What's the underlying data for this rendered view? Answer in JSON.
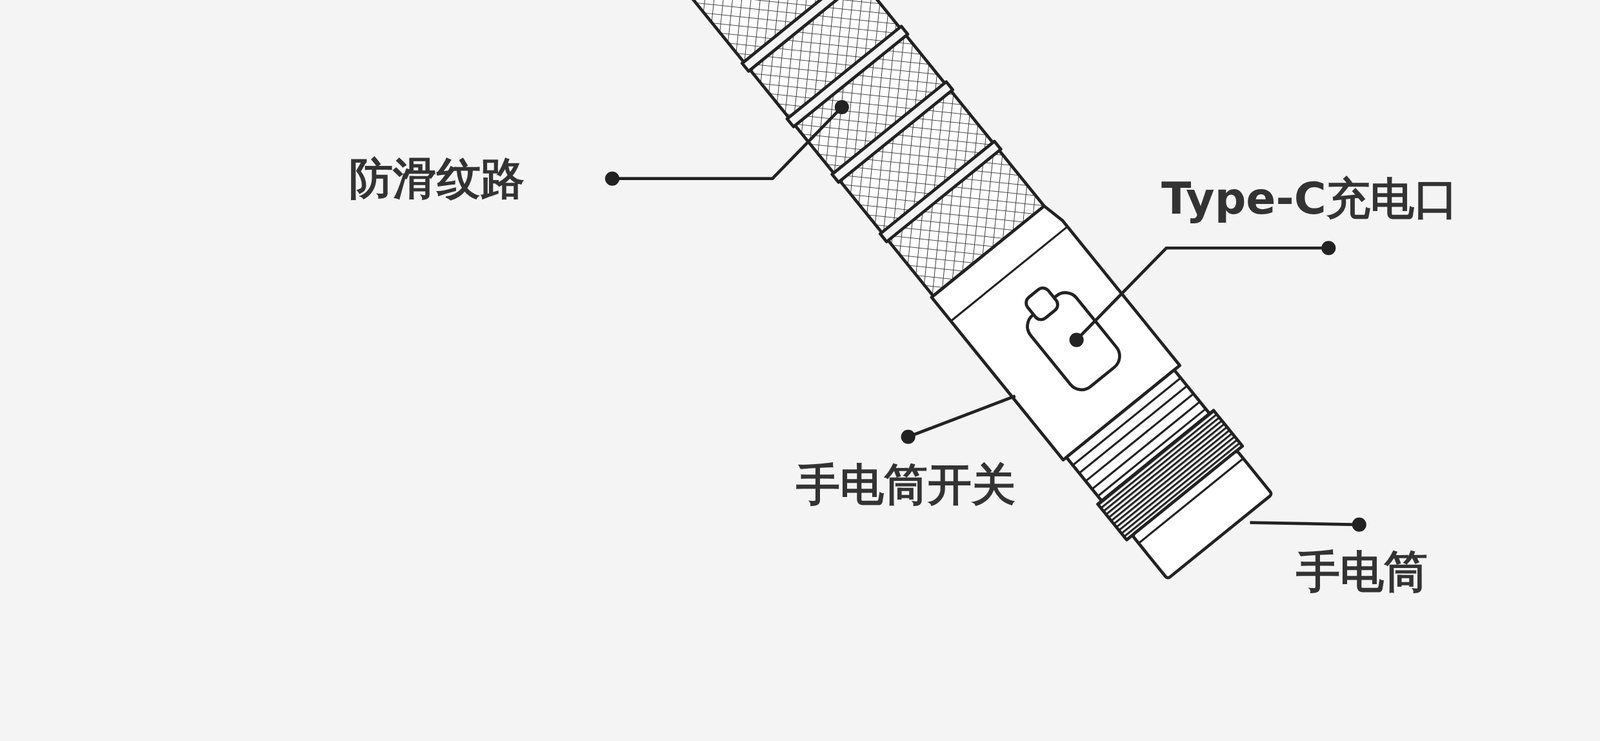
{
  "diagram": {
    "labels": [
      "防滑纹路",
      "Type-C充电口",
      "手电筒开关",
      "手电筒"
    ]
  }
}
